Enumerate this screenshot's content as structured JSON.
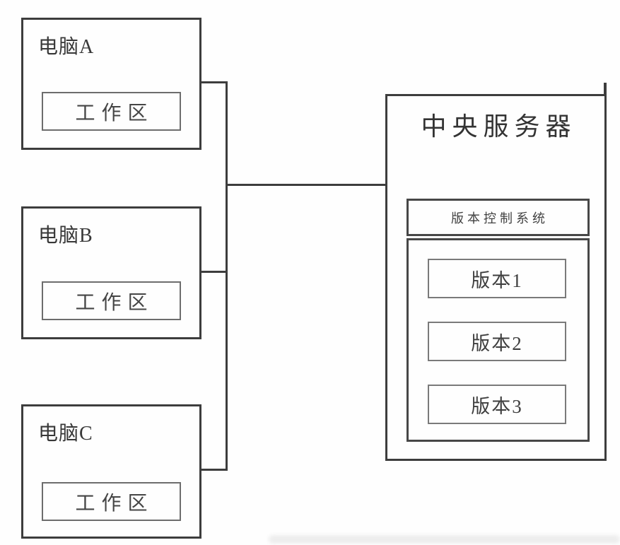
{
  "computers": [
    {
      "label": "电脑A",
      "workspace_label": "工作区"
    },
    {
      "label": "电脑B",
      "workspace_label": "工作区"
    },
    {
      "label": "电脑C",
      "workspace_label": "工作区"
    }
  ],
  "server": {
    "label": "中央服务器",
    "vcs": {
      "label": "版本控制系统",
      "versions": [
        {
          "label": "版本1"
        },
        {
          "label": "版本2"
        },
        {
          "label": "版本3"
        }
      ]
    }
  },
  "colors": {
    "outer_border": "#3d3d3d",
    "inner_border": "#6d6d6d",
    "text": "#3a3a3a",
    "background": "#fefefe"
  }
}
